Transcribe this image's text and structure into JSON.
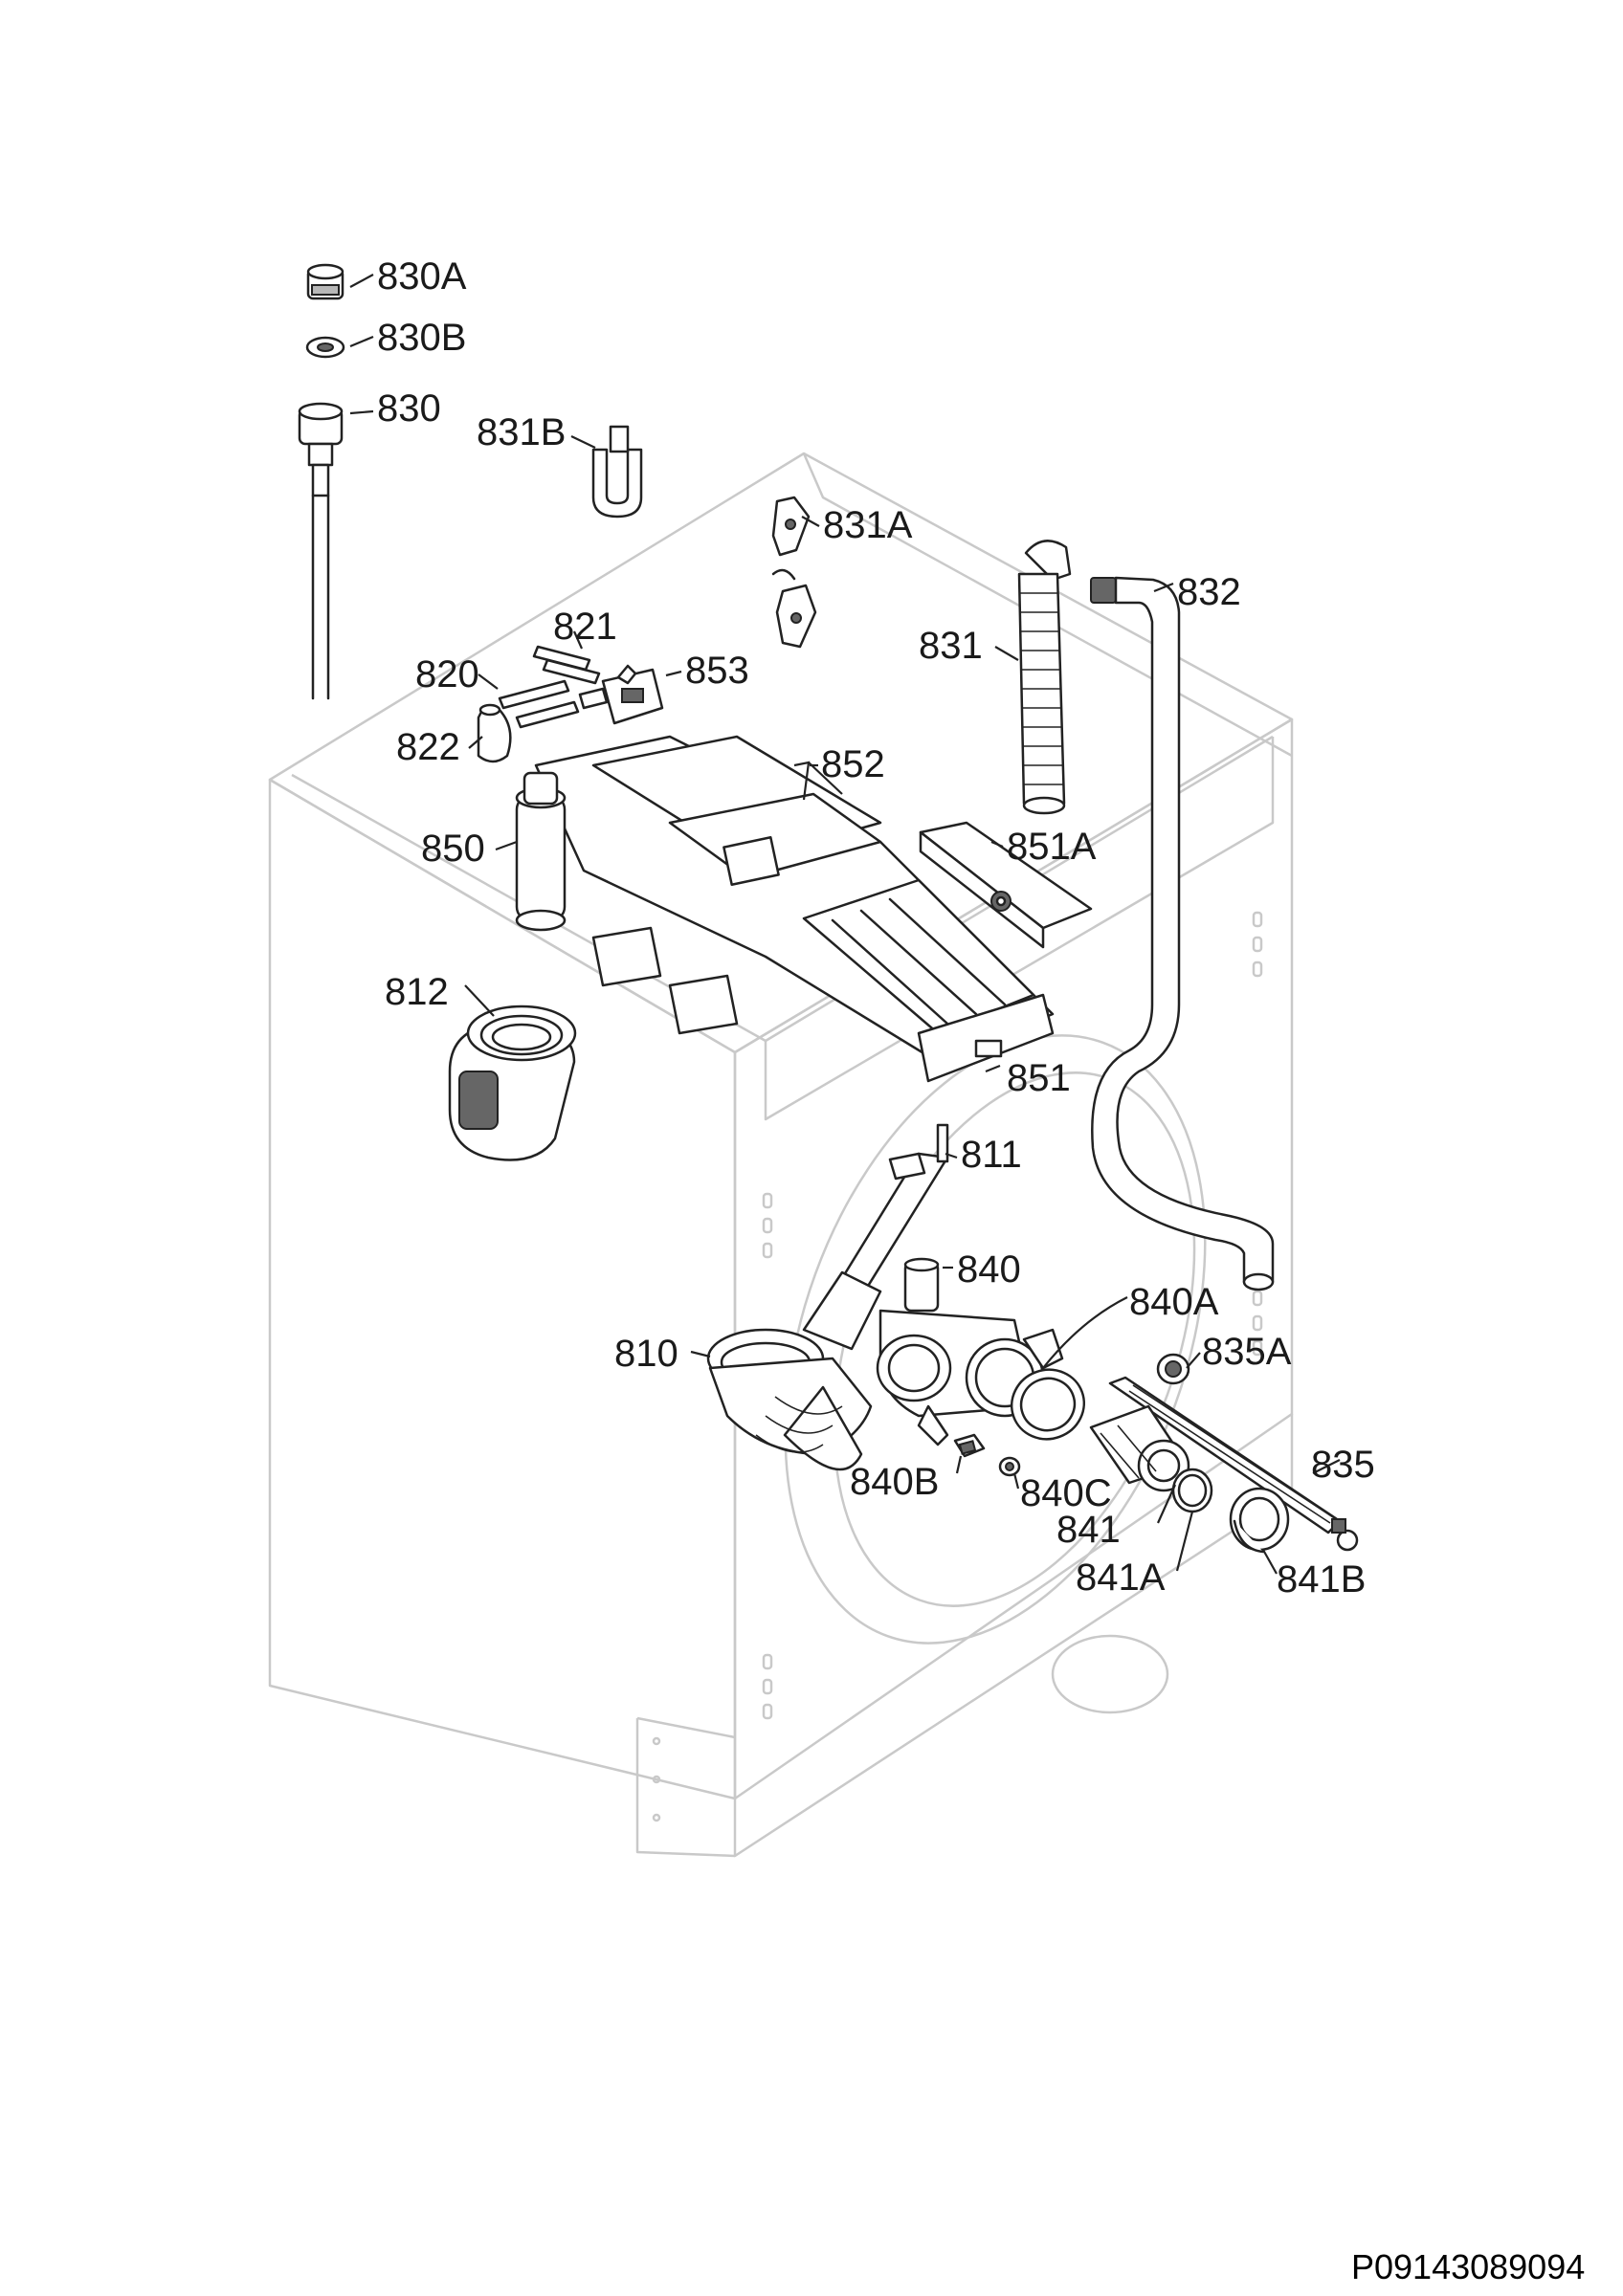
{
  "document_id": "P09143089094",
  "colors": {
    "outline": "#222222",
    "ghost_outline": "#c9c9c9",
    "background": "#ffffff"
  },
  "parts": [
    {
      "id": "830a",
      "label": "830A"
    },
    {
      "id": "830b",
      "label": "830B"
    },
    {
      "id": "830",
      "label": "830"
    },
    {
      "id": "831b",
      "label": "831B"
    },
    {
      "id": "831a",
      "label": "831A"
    },
    {
      "id": "832",
      "label": "832"
    },
    {
      "id": "831",
      "label": "831"
    },
    {
      "id": "821",
      "label": "821"
    },
    {
      "id": "820",
      "label": "820"
    },
    {
      "id": "853",
      "label": "853"
    },
    {
      "id": "822",
      "label": "822"
    },
    {
      "id": "852",
      "label": "852"
    },
    {
      "id": "850",
      "label": "850"
    },
    {
      "id": "851a",
      "label": "851A"
    },
    {
      "id": "812",
      "label": "812"
    },
    {
      "id": "851",
      "label": "851"
    },
    {
      "id": "811",
      "label": "811"
    },
    {
      "id": "840",
      "label": "840"
    },
    {
      "id": "840a",
      "label": "840A"
    },
    {
      "id": "835a",
      "label": "835A"
    },
    {
      "id": "810",
      "label": "810"
    },
    {
      "id": "835",
      "label": "835"
    },
    {
      "id": "840b",
      "label": "840B"
    },
    {
      "id": "840c",
      "label": "840C"
    },
    {
      "id": "841",
      "label": "841"
    },
    {
      "id": "841a",
      "label": "841A"
    },
    {
      "id": "841b",
      "label": "841B"
    }
  ]
}
